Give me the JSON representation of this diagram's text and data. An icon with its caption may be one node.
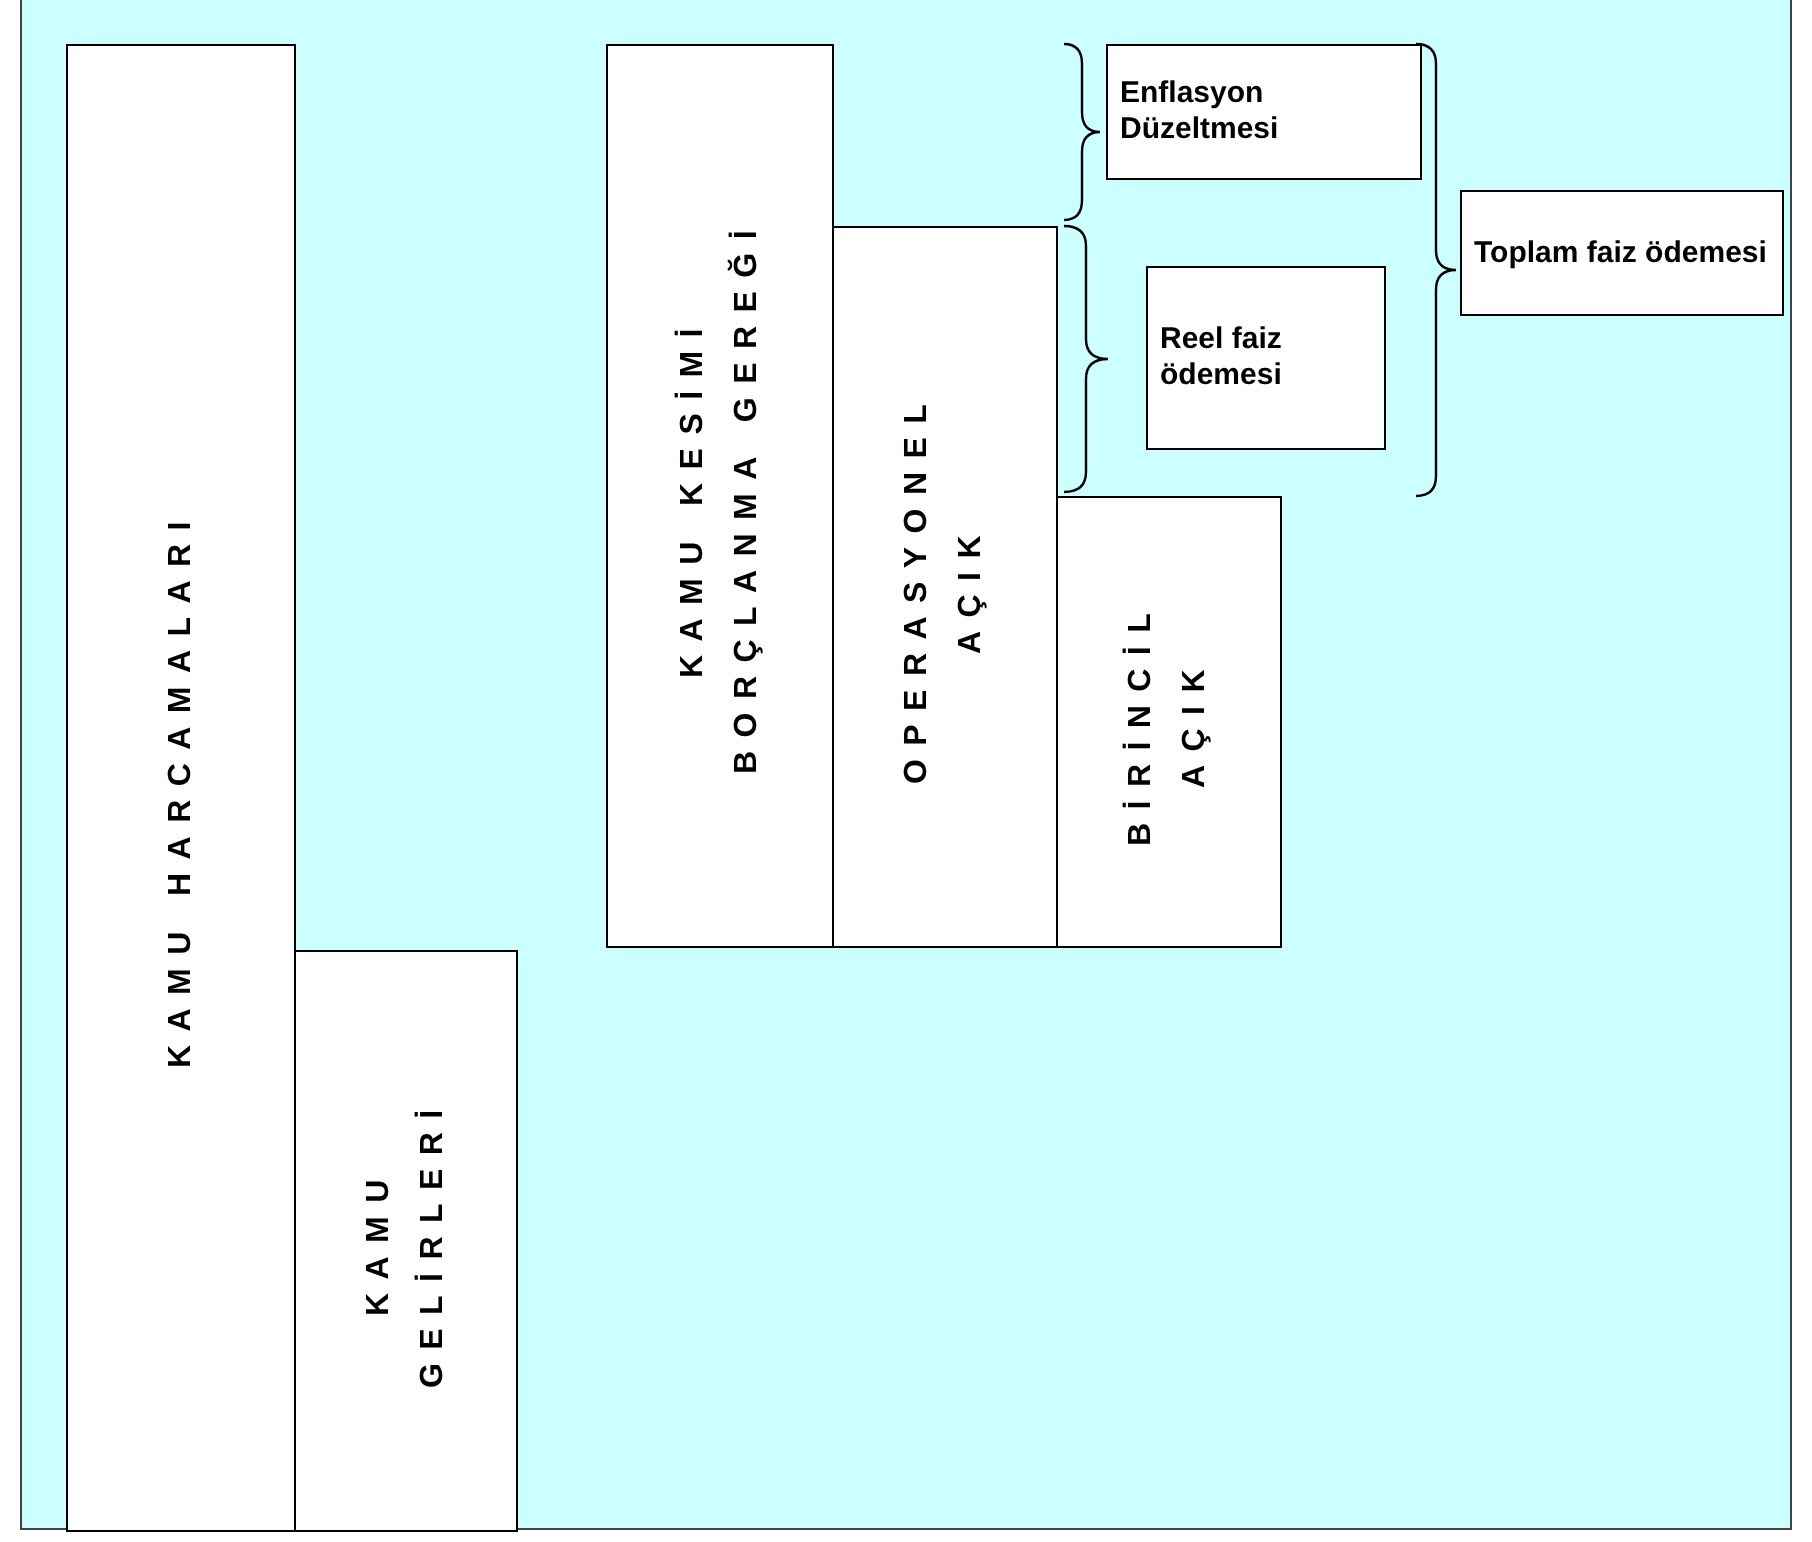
{
  "diagram": {
    "nodes": [
      {
        "text": [
          "KAMU HARCAMALARI"
        ]
      },
      {
        "text": [
          "KAMU GELİRLERİ"
        ]
      },
      {
        "text": [
          "KAMU KESİMİ BORÇLANMA GEREĞİ"
        ]
      },
      {
        "text": [
          "OPERASYONEL AÇIK"
        ]
      },
      {
        "text": [
          "BİRİNCİL AÇIK"
        ]
      },
      {
        "text": [
          "Enflasyon Düzeltmesi"
        ]
      },
      {
        "text": [
          "Reel faiz ödemesi"
        ]
      },
      {
        "text": [
          "Toplam faiz ödemesi"
        ]
      }
    ]
  }
}
